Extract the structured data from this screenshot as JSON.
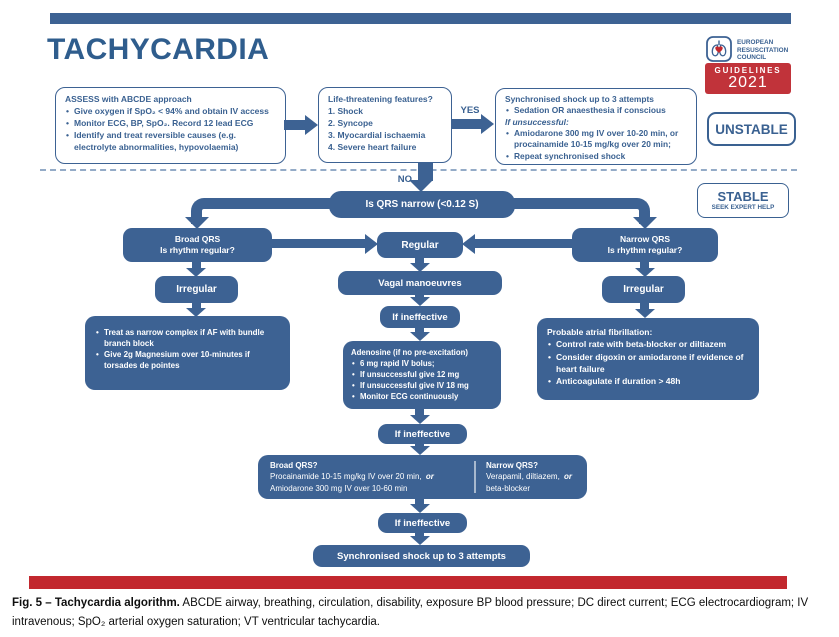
{
  "colors": {
    "primary_blue": "#3d6293",
    "title_blue": "#2f5d8d",
    "red_accent": "#c2282e",
    "dashed_line": "#94abc7"
  },
  "header": {
    "title": "TACHYCARDIA",
    "logo": {
      "org_line1": "EUROPEAN",
      "org_line2": "RESUSCITATION",
      "org_line3": "COUNCIL",
      "guidelines": "GUIDELINES",
      "year": "2021"
    },
    "unstable": "UNSTABLE",
    "stable": "STABLE",
    "stable_sub": "SEEK EXPERT HELP"
  },
  "labels": {
    "yes": "YES",
    "no": "NO"
  },
  "boxes": {
    "assess": {
      "title": "ASSESS with ABCDE approach",
      "items": [
        "Give oxygen if SpO₂ < 94% and obtain IV access",
        "Monitor ECG, BP, SpO₂. Record 12 lead ECG",
        "Identify and treat reversible causes (e.g. electrolyte abnormalities, hypovolaemia)"
      ]
    },
    "features": {
      "title": "Life-threatening features?",
      "items": [
        "1. Shock",
        "2. Syncope",
        "3. Myocardial ischaemia",
        "4. Severe heart failure"
      ]
    },
    "shock": {
      "title": "Synchronised shock up to 3 attempts",
      "item1": "Sedation OR anaesthesia if conscious",
      "italic": "If unsuccessful:",
      "item2": "Amiodarone 300 mg IV over 10-20 min, or procainamide 10-15 mg/kg over 20 min;",
      "item3": "Repeat synchronised shock"
    },
    "qrs_narrow": "Is QRS narrow (<0.12 S)",
    "broad_qrs": {
      "line1": "Broad QRS",
      "line2": "Is rhythm regular?"
    },
    "narrow_qrs": {
      "line1": "Narrow QRS",
      "line2": "Is rhythm regular?"
    },
    "regular": "Regular",
    "irregular": "Irregular",
    "vagal": "Vagal manoeuvres",
    "treat_narrow": {
      "items": [
        "Treat as narrow complex if AF with bundle branch block",
        "Give 2g Magnesium over 10-minutes if torsades de pointes"
      ]
    },
    "if_ineffective": "If ineffective",
    "adenosine": {
      "title": "Adenosine (if no pre-excitation)",
      "items": [
        "6 mg rapid IV bolus;",
        "If unsuccessful give 12 mg",
        "If unsuccessful give IV 18 mg",
        "Monitor ECG continuously"
      ]
    },
    "afib": {
      "title": "Probable atrial fibrillation:",
      "items": [
        "Control rate with beta-blocker or diltiazem",
        "Consider digoxin or amiodarone if evidence of heart failure",
        "Anticoagulate if duration > 48h"
      ]
    },
    "split": {
      "left_title": "Broad QRS?",
      "left_line1": "Procainamide 10-15 mg/kg IV over 20 min,",
      "left_or": "or",
      "left_line2": "Amiodarone 300 mg IV over 10-60 min",
      "right_title": "Narrow QRS?",
      "right_line1": "Verapamil, diltiazem,",
      "right_or": "or",
      "right_line2": "beta-blocker"
    },
    "sync_shock": "Synchronised shock up to 3 attempts"
  },
  "caption": {
    "bold": "Fig. 5 – Tachycardia algorithm.",
    "rest": " ABCDE airway, breathing, circulation, disability, exposure BP blood pressure; DC direct current; ECG electrocardiogram; IV intravenous; SpO₂ arterial oxygen saturation; VT ventricular tachycardia."
  }
}
